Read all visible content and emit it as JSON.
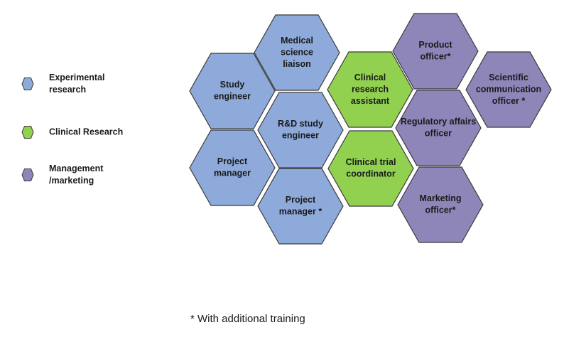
{
  "legend": [
    {
      "label": "Experimental\nresearch",
      "category": "experimental"
    },
    {
      "label": "Clinical Research",
      "category": "clinical"
    },
    {
      "label": "Management\n/marketing",
      "category": "management"
    }
  ],
  "colors": {
    "experimental": "#8eaadb",
    "clinical": "#92d050",
    "management": "#8e86b9",
    "stroke": "#3a3a3a"
  },
  "hexagons": [
    {
      "label": "Study\nengineer",
      "category": "experimental"
    },
    {
      "label": "Medical\nscience\nliaison",
      "category": "experimental"
    },
    {
      "label": "R&D study\nengineer",
      "category": "experimental"
    },
    {
      "label": "Project\nmanager",
      "category": "experimental"
    },
    {
      "label": "Project\nmanager *",
      "category": "experimental"
    },
    {
      "label": "Clinical\nresearch\nassistant",
      "category": "clinical"
    },
    {
      "label": "Clinical trial\ncoordinator",
      "category": "clinical"
    },
    {
      "label": "Product\nofficer*",
      "category": "management"
    },
    {
      "label": "Scientific\ncommunication\nofficer *",
      "category": "management"
    },
    {
      "label": "Regulatory affairs\nofficer",
      "category": "management"
    },
    {
      "label": "Marketing\nofficer*",
      "category": "management"
    }
  ],
  "footnote": "* With additional training"
}
